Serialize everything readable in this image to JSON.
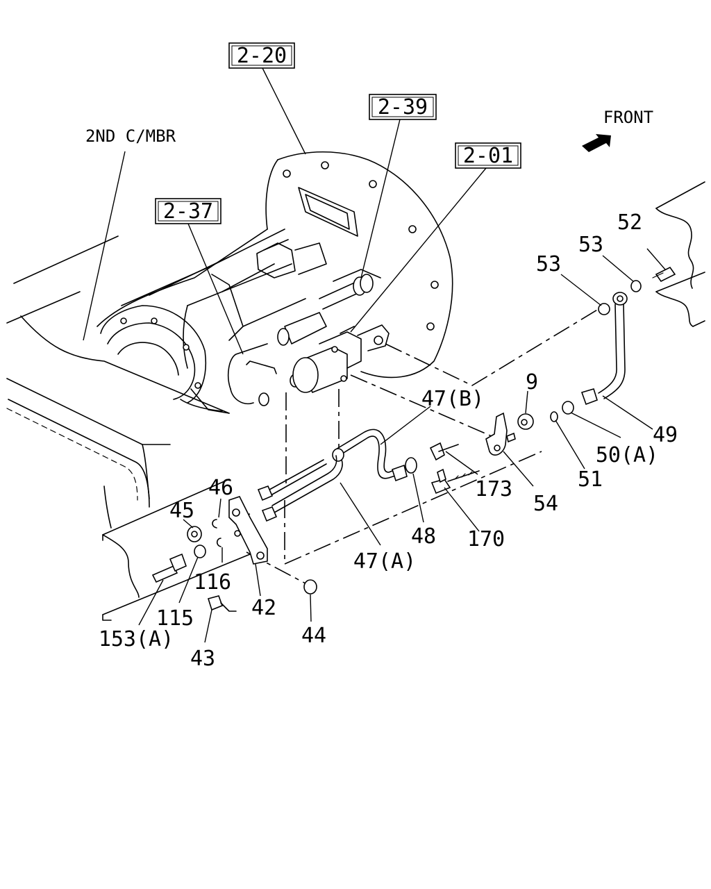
{
  "diagram": {
    "front_label": "FRONT",
    "member_label": "2ND C/MBR",
    "references": [
      "2-20",
      "2-39",
      "2-01",
      "2-37"
    ],
    "callouts": [
      {
        "id": "c9",
        "text": "9"
      },
      {
        "id": "c42",
        "text": "42"
      },
      {
        "id": "c43",
        "text": "43"
      },
      {
        "id": "c44",
        "text": "44"
      },
      {
        "id": "c45",
        "text": "45"
      },
      {
        "id": "c46",
        "text": "46"
      },
      {
        "id": "c47A",
        "text": "47(A)"
      },
      {
        "id": "c47B",
        "text": "47(B)"
      },
      {
        "id": "c48",
        "text": "48"
      },
      {
        "id": "c49",
        "text": "49"
      },
      {
        "id": "c50A",
        "text": "50(A)"
      },
      {
        "id": "c51",
        "text": "51"
      },
      {
        "id": "c52",
        "text": "52"
      },
      {
        "id": "c53a",
        "text": "53"
      },
      {
        "id": "c53b",
        "text": "53"
      },
      {
        "id": "c54",
        "text": "54"
      },
      {
        "id": "c115",
        "text": "115"
      },
      {
        "id": "c116",
        "text": "116"
      },
      {
        "id": "c153A",
        "text": "153(A)"
      },
      {
        "id": "c170",
        "text": "170"
      },
      {
        "id": "c173",
        "text": "173"
      }
    ]
  }
}
